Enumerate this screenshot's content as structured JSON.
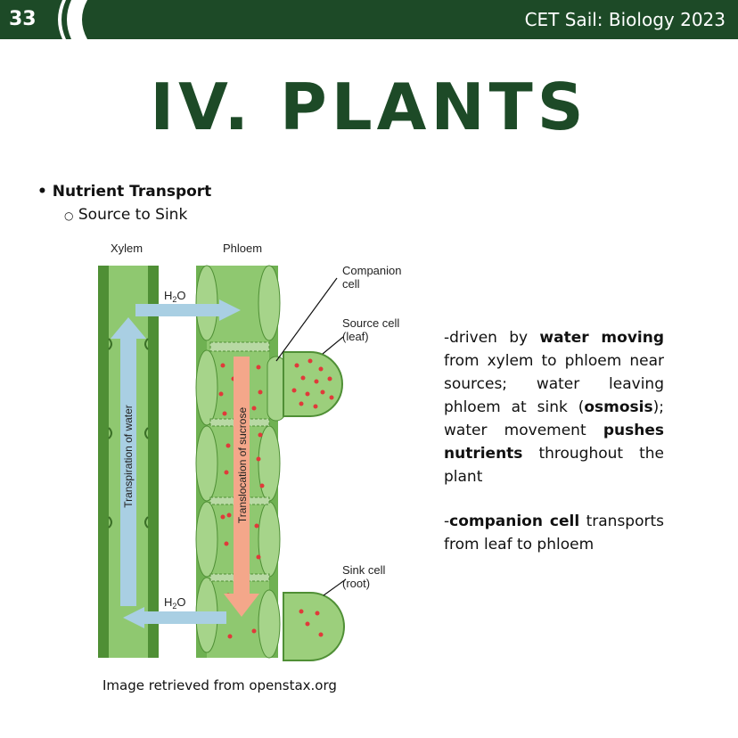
{
  "header": {
    "page_number": "33",
    "title": "CET Sail: Biology 2023"
  },
  "slide": {
    "title": "IV. PLANTS",
    "bullet": "Nutrient Transport",
    "sub_bullet": "Source to Sink"
  },
  "diagram": {
    "label_xylem": "Xylem",
    "label_phloem": "Phloem",
    "label_companion": "Companion",
    "label_companion2": "cell",
    "label_source": "Source cell",
    "label_source2": "(leaf)",
    "label_sink": "Sink cell",
    "label_sink2": "(root)",
    "label_h2o_top": "H",
    "label_h2o_bottom": "H",
    "sub2": "2",
    "label_o": "O",
    "arrow_transpiration": "Transpiration of water",
    "arrow_translocation": "Translocation of sucrose"
  },
  "text": {
    "p1_a": "-driven by ",
    "p1_b": "water moving",
    "p1_c": " from xylem to phloem near sources; water leaving phloem at sink (",
    "p1_d": "osmosis",
    "p1_e": "); water movement ",
    "p1_f": "pushes nutrients",
    "p1_g": " throughout the plant",
    "p2_a": "-",
    "p2_b": "companion cell",
    "p2_c": " transports from leaf to phloem"
  },
  "caption": "Image retrieved from openstax.org"
}
